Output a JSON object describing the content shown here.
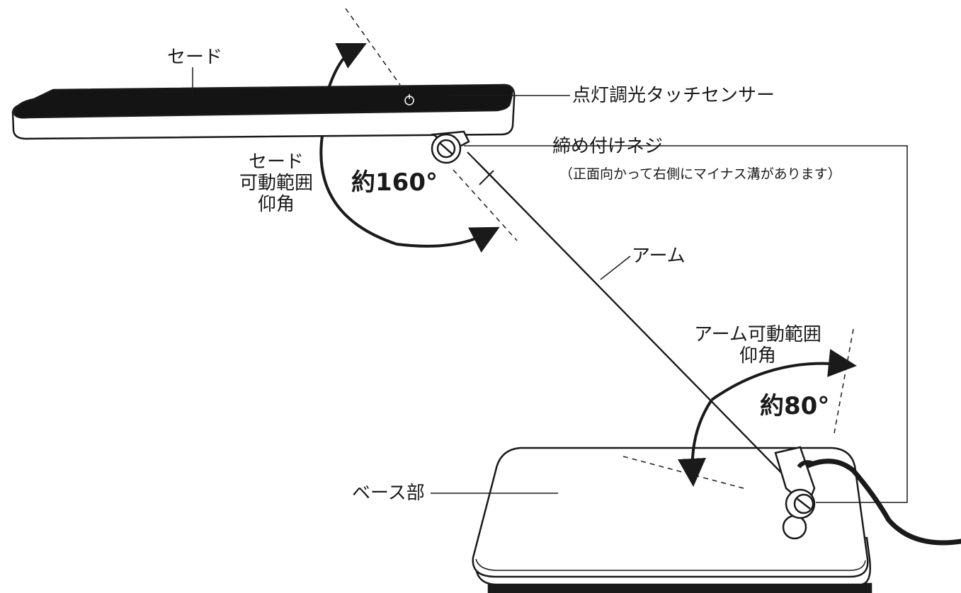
{
  "labels": {
    "shade": "セード",
    "touch_sensor": "点灯調光タッチセンサー",
    "screw": "締め付けネジ",
    "screw_note": "（正面向かって右側にマイナス溝があります）",
    "shade_range_line1": "セード",
    "shade_range_line2": "可動範囲",
    "shade_range_line3": "仰角",
    "shade_angle": "約160°",
    "arm": "アーム",
    "arm_range_line1": "アーム可動範囲",
    "arm_range_line2": "仰角",
    "arm_angle": "約80°",
    "base": "ベース部"
  },
  "colors": {
    "line": "#1a1a1a",
    "shade_top": "#141414",
    "fill": "#ffffff"
  }
}
